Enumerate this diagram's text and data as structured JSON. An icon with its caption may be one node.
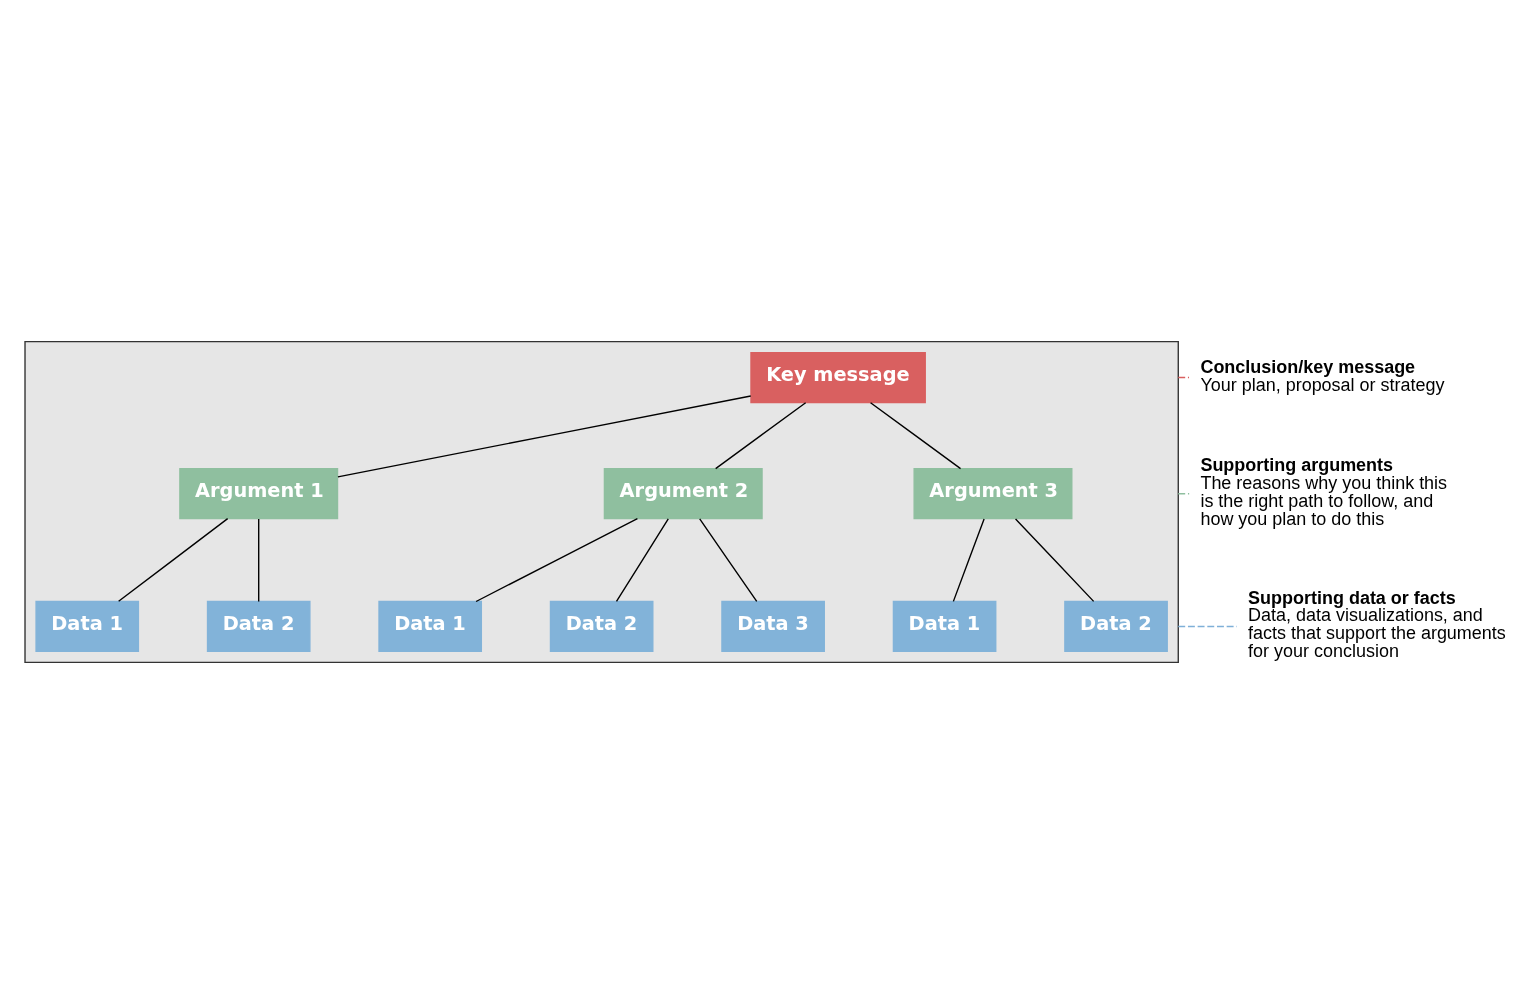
{
  "diagram": {
    "nodes": [
      {
        "text": [],
        "shape": "triangle"
      },
      {
        "text": [
          "Key message"
        ],
        "in": 0
      },
      {
        "text": [
          "Argument 1"
        ],
        "in": 0
      },
      {
        "text": [
          "Argument 2"
        ],
        "in": 0
      },
      {
        "text": [
          "Argument 3"
        ],
        "in": 0
      },
      {
        "text": [
          "Data 1"
        ],
        "in": 0
      },
      {
        "text": [
          "Data 2"
        ],
        "in": 0
      },
      {
        "text": [
          "Data 3"
        ],
        "in": 0
      },
      {
        "text": [
          "Data 1"
        ],
        "in": 0
      },
      {
        "text": [
          "Data 2"
        ],
        "in": 0
      },
      {
        "text": [
          "Data 1"
        ],
        "in": 0
      },
      {
        "text": [
          "Data 2"
        ],
        "in": 0
      },
      {
        "text": [
          "Conclusion/key message",
          "Your plan, proposal or strategy"
        ]
      },
      {
        "text": [
          "Supporting arguments",
          "The reasons why you think this is the right path to follow, and how you plan to do this"
        ]
      },
      {
        "text": [
          "Supporting data or facts",
          "Data, data visualizations, and facts that support the arguments for your conclusion"
        ]
      }
    ],
    "edges": [
      {
        "from": 1,
        "to": 2,
        "arrow": "none"
      },
      {
        "from": 1,
        "to": 3,
        "arrow": "none"
      },
      {
        "from": 1,
        "to": 4,
        "arrow": "none"
      },
      {
        "from": 2,
        "to": 8,
        "arrow": "none"
      },
      {
        "from": 2,
        "to": 9,
        "arrow": "none"
      },
      {
        "from": 3,
        "to": 5,
        "arrow": "none"
      },
      {
        "from": 3,
        "to": 7,
        "arrow": "none"
      },
      {
        "from": 3,
        "to": 6,
        "arrow": "none"
      },
      {
        "from": 4,
        "to": 10,
        "arrow": "none"
      },
      {
        "from": 4,
        "to": 11,
        "arrow": "none"
      },
      {
        "from": 0,
        "to": 12,
        "arrow": "none",
        "style": "dashed",
        "color": "#d95f5f"
      },
      {
        "from": 0,
        "to": 13,
        "arrow": "none",
        "style": "dashed",
        "color": "#8fbf9f"
      },
      {
        "from": 0,
        "to": 14,
        "arrow": "none",
        "style": "dashed",
        "color": "#7fb0d8"
      }
    ]
  }
}
